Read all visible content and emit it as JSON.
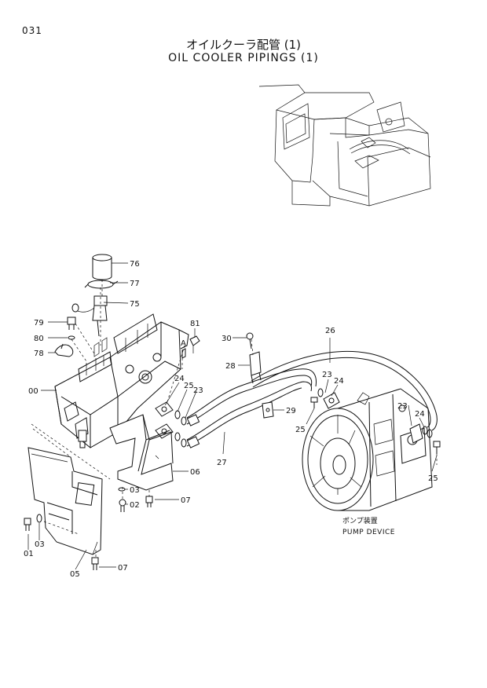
{
  "page_number": "031",
  "title_jp": "オイルクーラ配管 (1)",
  "title_en": "OIL COOLER PIPINGS (1)",
  "parts": {
    "p76": "76",
    "p77": "77",
    "p75": "75",
    "p79": "79",
    "p80": "80",
    "p78": "78",
    "p00": "00",
    "p81": "81",
    "pA": "A",
    "p30": "30",
    "p26": "26",
    "p28": "28",
    "p24a": "24",
    "p25a": "25",
    "p23a": "23",
    "p23b": "23",
    "p24b": "24",
    "p29": "29",
    "p25b": "25",
    "p23c": "23",
    "p24c": "24",
    "p25c": "25",
    "p27": "27",
    "p06": "06",
    "p03a": "03",
    "p02": "02",
    "p07a": "07",
    "p03b": "03",
    "p01": "01",
    "p05": "05",
    "p07b": "07"
  },
  "pump_label_jp": "ポンプ装置",
  "pump_label_en": "PUMP DEVICE"
}
